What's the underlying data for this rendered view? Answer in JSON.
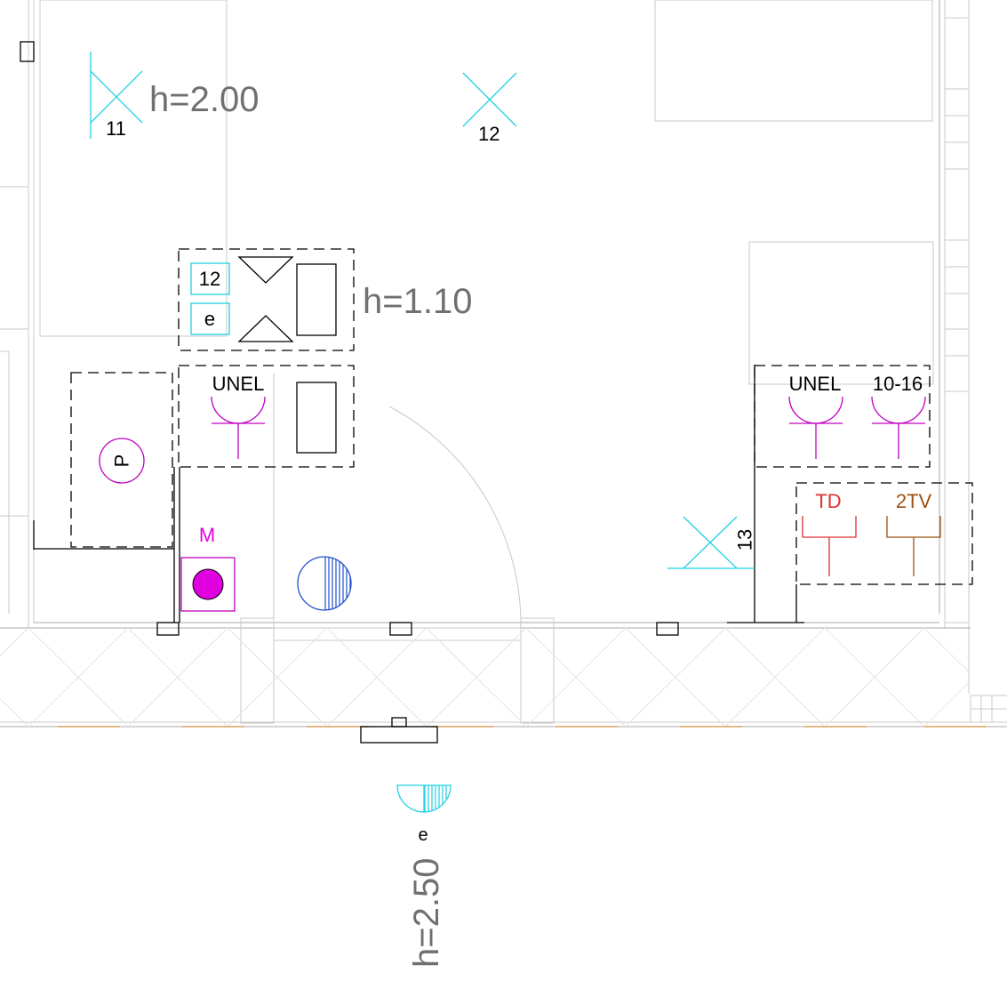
{
  "heights": {
    "ceiling": "h=2.00",
    "switch_box": "h=1.10",
    "outdoor": "h=2.50"
  },
  "ceiling_lights": [
    {
      "number": "11"
    },
    {
      "number": "12"
    }
  ],
  "wall_light": {
    "number": "13"
  },
  "switch_box": {
    "circuit": "12",
    "code": "e"
  },
  "sockets": [
    {
      "label": "UNEL"
    },
    {
      "label": "UNEL"
    },
    {
      "label": "10-16"
    }
  ],
  "media_outlets": [
    {
      "label": "TD",
      "color": "#e03030"
    },
    {
      "label": "2TV",
      "color": "#a05010"
    }
  ],
  "panel": {
    "label": "P"
  },
  "motor": {
    "label": "M",
    "color": "#e000e0"
  },
  "outdoor_light": {
    "code": "e"
  },
  "colors": {
    "lighting": "#22d0e0",
    "power": "#c000c0",
    "fixture": "#2050d0",
    "dimension": "#707070"
  }
}
